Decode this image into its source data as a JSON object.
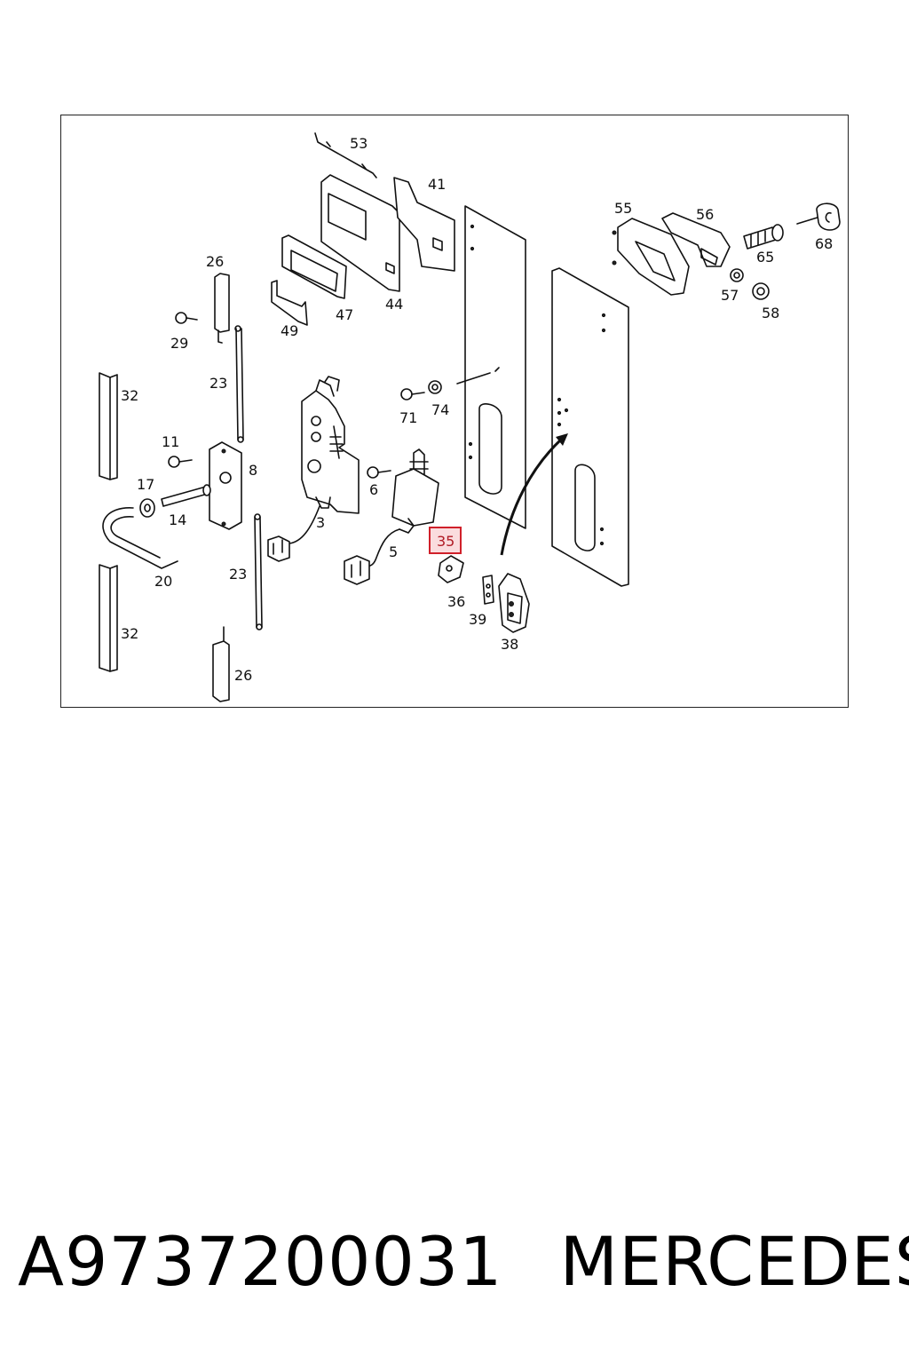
{
  "diagram": {
    "labels": {
      "l53": "53",
      "l41": "41",
      "l44": "44",
      "l47": "47",
      "l49": "49",
      "l26a": "26",
      "l29": "29",
      "l23a": "23",
      "l32a": "32",
      "l11": "11",
      "l8": "8",
      "l17": "17",
      "l14": "14",
      "l20": "20",
      "l23b": "23",
      "l32b": "32",
      "l26b": "26",
      "l3": "3",
      "l6": "6",
      "l71": "71",
      "l74": "74",
      "l5": "5",
      "l35": "35",
      "l36": "36",
      "l39": "39",
      "l38": "38",
      "l55": "55",
      "l56": "56",
      "l65": "65",
      "l68": "68",
      "l57": "57",
      "l58": "58"
    },
    "highlighted_label": "35",
    "highlight_color": "#d0202a"
  },
  "caption": {
    "part_number": "A9737200031",
    "brand": "MERCEDES"
  }
}
